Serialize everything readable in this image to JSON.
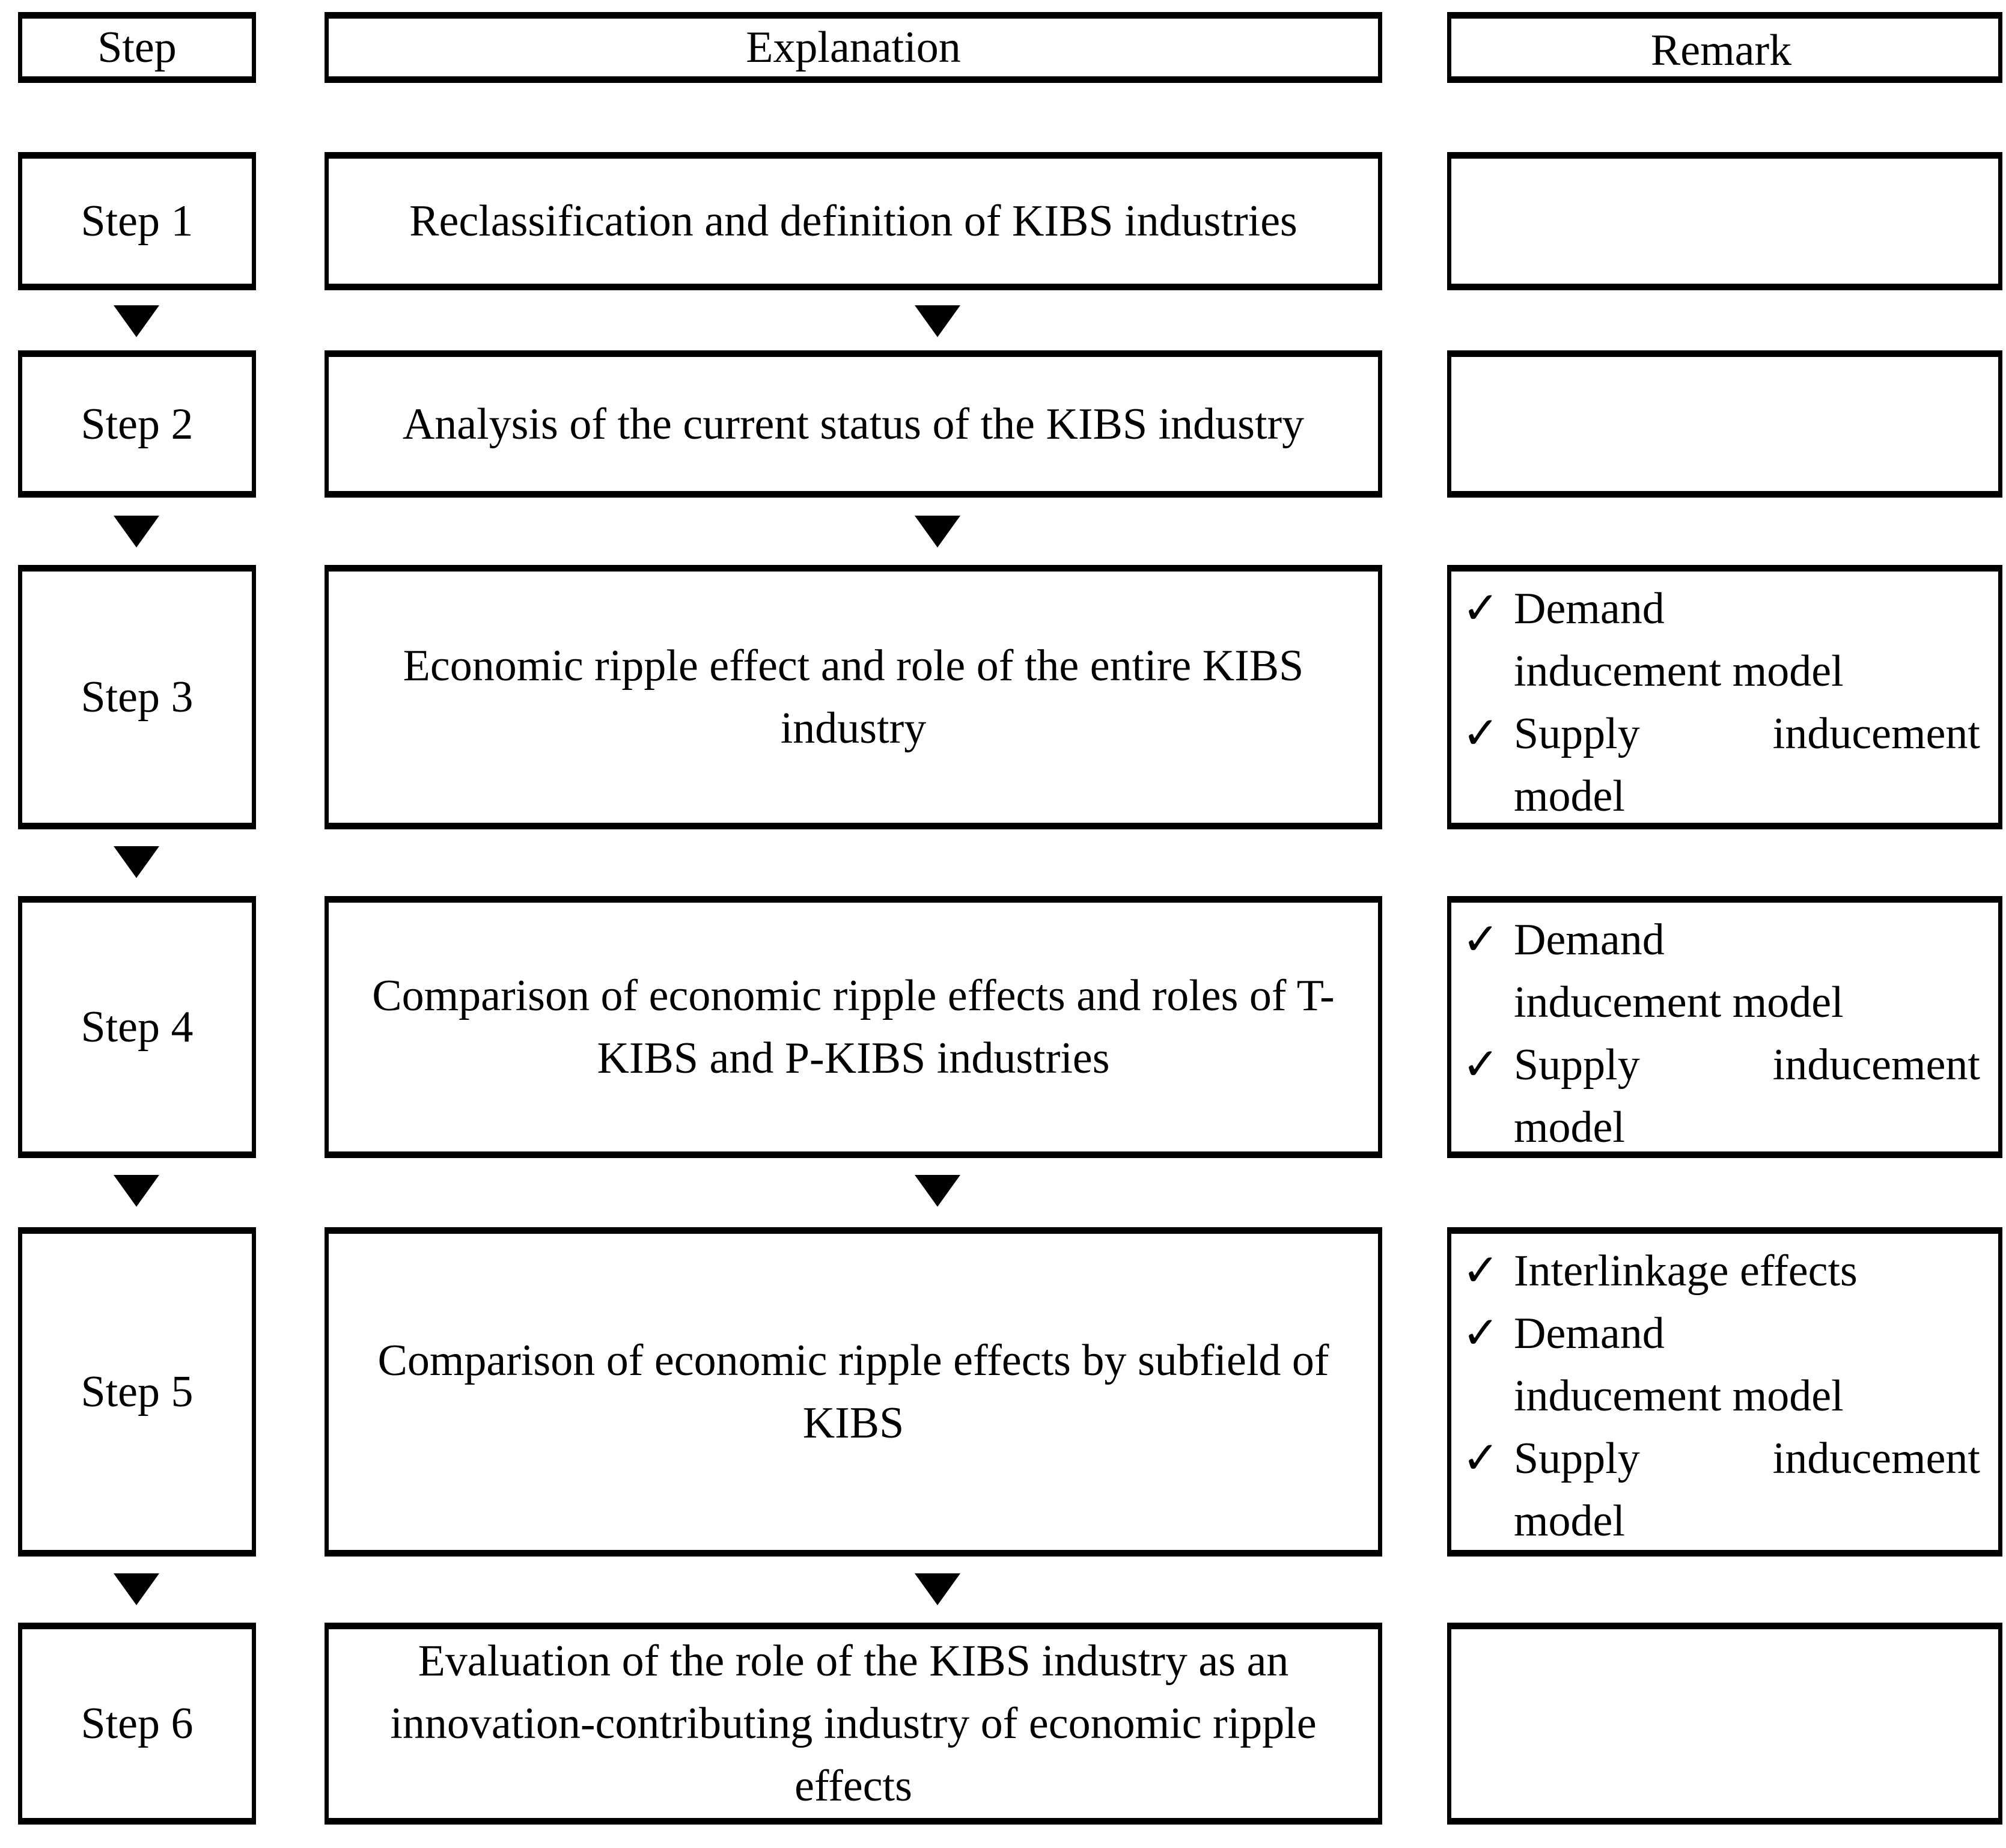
{
  "headers": {
    "step": "Step",
    "explanation": "Explanation",
    "remark": "Remark"
  },
  "colors": {
    "border": "#000000",
    "background": "#ffffff",
    "text": "#000000"
  },
  "arrow_icon": "down-triangle",
  "rows": [
    {
      "step": "Step 1",
      "explanation": "Reclassification and definition of KIBS industries",
      "remarks": []
    },
    {
      "step": "Step 2",
      "explanation": "Analysis of the current status of the KIBS industry",
      "remarks": []
    },
    {
      "step": "Step 3",
      "explanation": "Economic ripple effect and role of the entire KIBS industry",
      "remarks": [
        {
          "marker": "✓",
          "lines": [
            "Demand",
            "inducement model"
          ]
        },
        {
          "marker": "✓",
          "lines": [
            "Supply inducement",
            "model"
          ]
        }
      ]
    },
    {
      "step": "Step 4",
      "explanation": "Comparison of economic ripple effects and roles of T-KIBS and P-KIBS industries",
      "remarks": [
        {
          "marker": "✓",
          "lines": [
            "Demand",
            "inducement model"
          ]
        },
        {
          "marker": "✓",
          "lines": [
            "Supply inducement",
            "model"
          ]
        }
      ]
    },
    {
      "step": "Step 5",
      "explanation": "Comparison of economic ripple effects by subfield of KIBS",
      "remarks": [
        {
          "marker": "✓",
          "lines": [
            "Interlinkage effects"
          ]
        },
        {
          "marker": "✓",
          "lines": [
            "Demand",
            "inducement model"
          ]
        },
        {
          "marker": "✓",
          "lines": [
            "Supply inducement",
            "model"
          ]
        }
      ]
    },
    {
      "step": "Step 6",
      "explanation": "Evaluation of the role of the KIBS industry as an innovation-contributing industry of economic ripple effects",
      "remarks": []
    }
  ]
}
